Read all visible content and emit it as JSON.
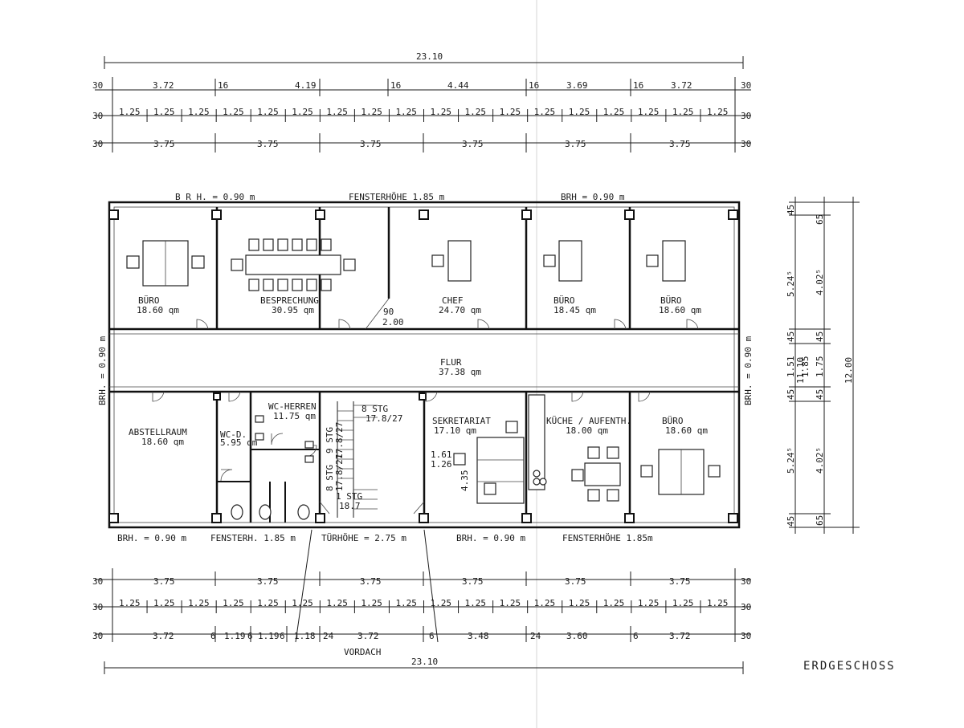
{
  "title": "ERDGESCHOSS",
  "vordach": "VORDACH",
  "overall_width": "23.10",
  "top_dims": {
    "row1": [
      "30",
      "3.72",
      "16",
      "4.19",
      "16",
      "4.44",
      "16",
      "3.69",
      "16",
      "3.72",
      "30"
    ],
    "row2_unit": "1.25",
    "row3": [
      "30",
      "3.75",
      "3.75",
      "3.75",
      "3.75",
      "3.75",
      "3.75",
      "30"
    ]
  },
  "bottom_dims": {
    "row1": [
      "30",
      "3.75",
      "3.75",
      "3.75",
      "3.75",
      "3.75",
      "3.75",
      "30"
    ],
    "row2_unit": "1.25",
    "row3": [
      "30",
      "3.72",
      "6",
      "1.19",
      "6",
      "1.19",
      "6",
      "1.18",
      "24",
      "3.72",
      "6",
      "3.48",
      "24",
      "3.60",
      "6",
      "3.72",
      "30"
    ]
  },
  "right_dims": {
    "inner": [
      "45",
      "5.24⁵",
      "45",
      "1.51",
      "45",
      "5.24⁵",
      "45"
    ],
    "middle": [
      "65",
      "4.02⁵",
      "45",
      "1.75",
      "45",
      "4.02⁵",
      "65"
    ],
    "mid_label": "1.85",
    "total_inner": "11.10",
    "total_outer": "12.00"
  },
  "notes": {
    "top_brh": "B R H.  =  0.90 m",
    "top_fenster": "FENSTERHÖHE  1.85 m",
    "top_brh2": "BRH  =        0.90 m",
    "bottom_brh": "BRH.  =  0.90 m",
    "bottom_fenster": "FENSTERH.  1.85 m",
    "bottom_tuer": "TÜRHÖHE  =  2.75 m",
    "bottom_brh2": "BRH.  =  0.90 m",
    "bottom_fenster2": "FENSTERHÖHE       1.85m",
    "left_brh": "BRH. = 0.90 m",
    "right_brh": "BRH. = 0.90 m"
  },
  "rooms": [
    {
      "name": "BÜRO",
      "area": "18.60 qm"
    },
    {
      "name": "BESPRECHUNG",
      "area": "30.95 qm"
    },
    {
      "name": "CHEF",
      "area": "24.70 qm"
    },
    {
      "name": "BÜRO",
      "area": "18.45 qm"
    },
    {
      "name": "BÜRO",
      "area": "18.60 qm"
    },
    {
      "name": "FLUR",
      "area": "37.38 qm"
    },
    {
      "name": "ABSTELLRAUM",
      "area": "18.60 qm"
    },
    {
      "name": "WC-D.",
      "area": "5.95 qm"
    },
    {
      "name": "WC-HERREN",
      "area": "11.75 qm"
    },
    {
      "name": "SEKRETARIAT",
      "area": "17.10 qm"
    },
    {
      "name": "KÜCHE / AUFENTH.",
      "area": "18.00 qm"
    },
    {
      "name": "BÜRO",
      "area": "18.60 qm"
    }
  ],
  "stairs": [
    {
      "label": "8 STG",
      "ratio": "17.8/27"
    },
    {
      "label": "9 STG",
      "ratio": "17.8/27"
    },
    {
      "label": "8 STG",
      "ratio": "17.8/27"
    },
    {
      "label": "1 STG",
      "ratio": "18.7"
    }
  ],
  "misc": {
    "door_90": "90",
    "door_200": "2.00",
    "sek_161": "1.61",
    "sek_126": "1.26",
    "sek_435": "4.35"
  }
}
